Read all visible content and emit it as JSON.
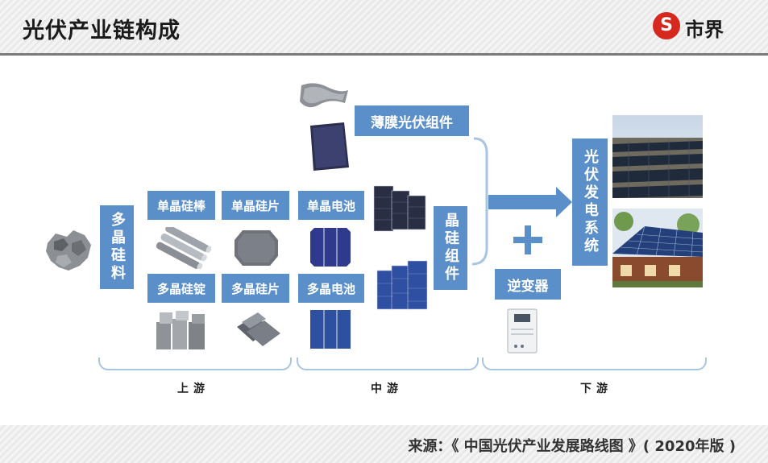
{
  "header": {
    "title": "光伏产业链构成",
    "logo_mark": "S",
    "logo_text": "市界",
    "brand_color": "#d7281f"
  },
  "colors": {
    "box": "#5b8fc9",
    "bracket": "#a9c5e2",
    "arrow": "#5b8fc9"
  },
  "boxes": {
    "polysilicon": "多晶硅料",
    "mono_ingot": "单晶硅棒",
    "mono_wafer": "单晶硅片",
    "mono_cell": "单晶电池",
    "poly_ingot": "多晶硅锭",
    "poly_wafer": "多晶硅片",
    "poly_cell": "多晶电池",
    "thin_film": "薄膜光伏组件",
    "crystalline_module": "晶硅组件",
    "inverter": "逆变器",
    "pv_system": "光伏发电系统"
  },
  "plus_symbol": "+",
  "sections": {
    "upstream": "上游",
    "midstream": "中游",
    "downstream": "下游"
  },
  "footer": {
    "source": "来源：《 中国光伏产业发展路线图 》( 2020年版 )"
  }
}
